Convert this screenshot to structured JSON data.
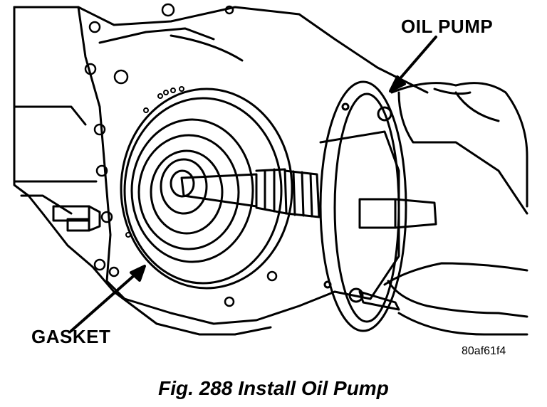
{
  "labels": {
    "oil_pump": "OIL PUMP",
    "gasket": "GASKET",
    "figure_code": "80af61f4"
  },
  "caption": "Fig. 288 Install Oil Pump",
  "colors": {
    "ink": "#000000",
    "paper": "#ffffff"
  }
}
